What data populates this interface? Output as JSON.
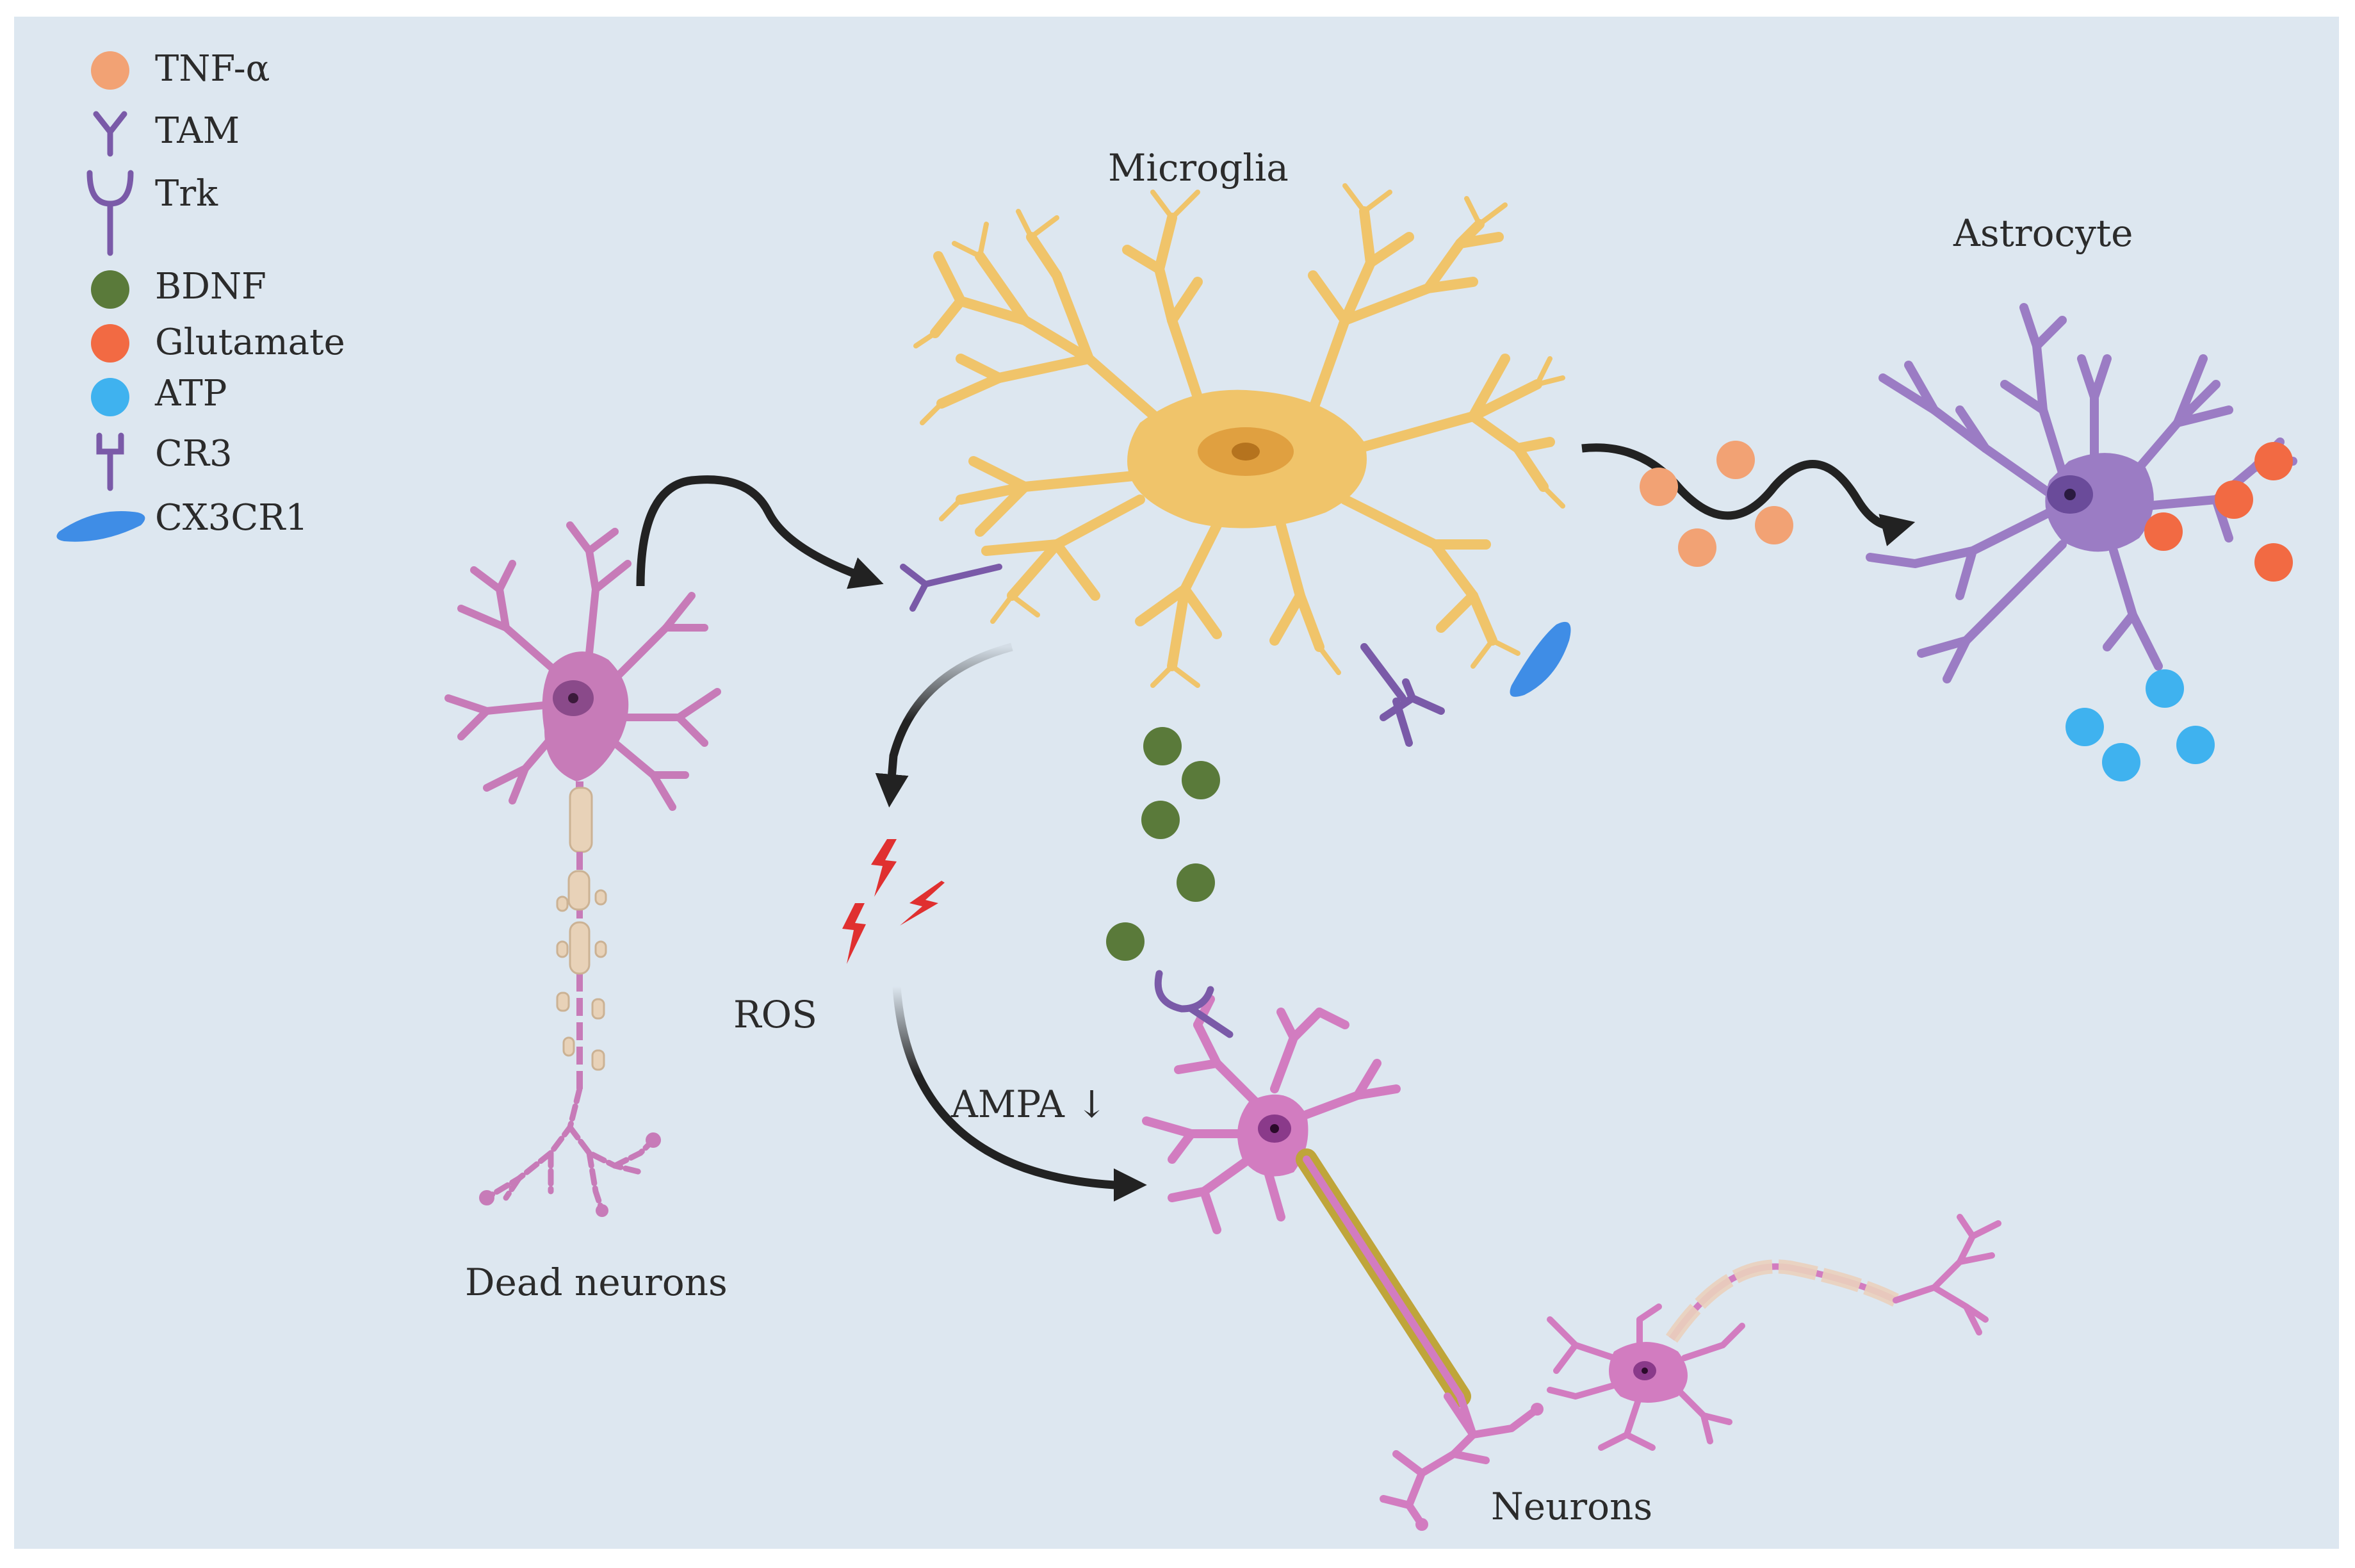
{
  "legend": {
    "items": [
      {
        "label": "TNF-α",
        "icon": "tnf-alpha-dot-icon",
        "color": "#f2a274"
      },
      {
        "label": "TAM",
        "icon": "tam-receptor-icon",
        "color": "#7a5aa8"
      },
      {
        "label": "Trk",
        "icon": "trk-receptor-icon",
        "color": "#7a5aa8"
      },
      {
        "label": "BDNF",
        "icon": "bdnf-dot-icon",
        "color": "#5a7a3a"
      },
      {
        "label": "Glutamate",
        "icon": "glutamate-dot-icon",
        "color": "#f26a43"
      },
      {
        "label": "ATP",
        "icon": "atp-dot-icon",
        "color": "#3fb2ef"
      },
      {
        "label": "CR3",
        "icon": "cr3-receptor-icon",
        "color": "#7a5aa8"
      },
      {
        "label": "CX3CR1",
        "icon": "cx3cr1-icon",
        "color": "#3f8de6"
      }
    ]
  },
  "labels": {
    "microglia": "Microglia",
    "astrocyte": "Astrocyte",
    "dead_neurons": "Dead neurons",
    "neurons": "Neurons",
    "ros": "ROS",
    "ampa": "AMPA ↓"
  },
  "colors": {
    "background": "#dde7f0",
    "microglia": "#f0c46a",
    "neuron": "#d27cc0",
    "astrocyte": "#9b7cc4",
    "arrow": "#222222",
    "ros": "#e03030"
  }
}
